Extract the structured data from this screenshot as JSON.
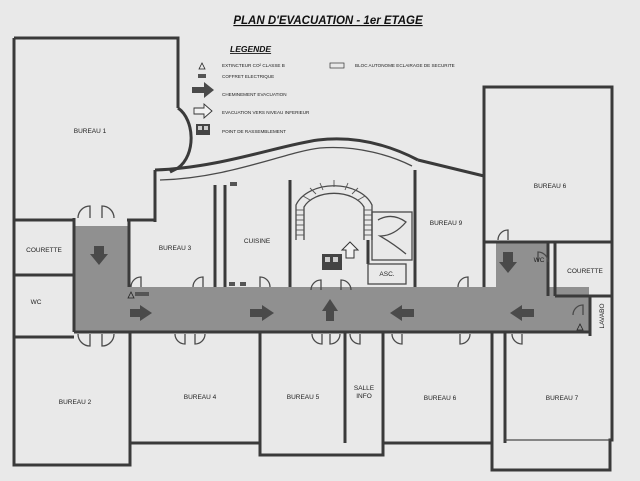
{
  "title": "PLAN D'EVACUATION - 1er ETAGE",
  "legend": {
    "heading": "LEGENDE",
    "items": [
      {
        "key": "extincteur",
        "label": "EXTINCTEUR CO² CLASSE B"
      },
      {
        "key": "coffret",
        "label": "COFFRET ELECTRIQUE"
      },
      {
        "key": "cheminement",
        "label": "CHEMINEMENT EVACUATION"
      },
      {
        "key": "niveau",
        "label": "EVACUATION VERS NIVEAU INFERIEUR"
      },
      {
        "key": "rassemblement",
        "label": "POINT DE RASSEMBLEMENT"
      },
      {
        "key": "bloc",
        "label": "BLOC AUTONOME ECLAIRAGE DE SECURITE"
      }
    ]
  },
  "rooms": {
    "bureau1": "BUREAU 1",
    "bureau2": "BUREAU 2",
    "bureau3": "BUREAU 3",
    "bureau4": "BUREAU 4",
    "bureau5": "BUREAU 5",
    "bureau6_top": "BUREAU 6",
    "bureau6_bottom": "BUREAU 6",
    "bureau7": "BUREAU 7",
    "bureau9": "BUREAU 9",
    "cuisine": "CUISINE",
    "courette_left": "COURETTE",
    "courette_right": "COURETTE",
    "wc_left": "WC",
    "wc_right": "WC",
    "salle_info_1": "SALLE",
    "salle_info_2": "INFO",
    "lavabo": "LAVABO",
    "asc": "ASC."
  },
  "colors": {
    "corridor": "#909090",
    "walls": "#3a3a3a",
    "arrow": "#4a4a4a",
    "background": "#e9e9e9"
  }
}
